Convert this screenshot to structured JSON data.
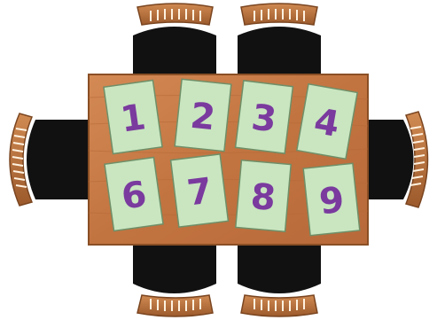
{
  "scene": {
    "description_icon": "dining-table-icon",
    "colors": {
      "table": "#c67c4a",
      "table_edge": "#9a5a2e",
      "chair_seat": "#111111",
      "chair_wood": "#b8713c",
      "card": "#c9e6c0",
      "card_border": "#6f8f68",
      "digit": "#7a3a9e"
    }
  },
  "cards": [
    {
      "label": "1"
    },
    {
      "label": "2"
    },
    {
      "label": "3"
    },
    {
      "label": "4"
    },
    {
      "label": "6"
    },
    {
      "label": "7"
    },
    {
      "label": "8"
    },
    {
      "label": "9"
    }
  ]
}
